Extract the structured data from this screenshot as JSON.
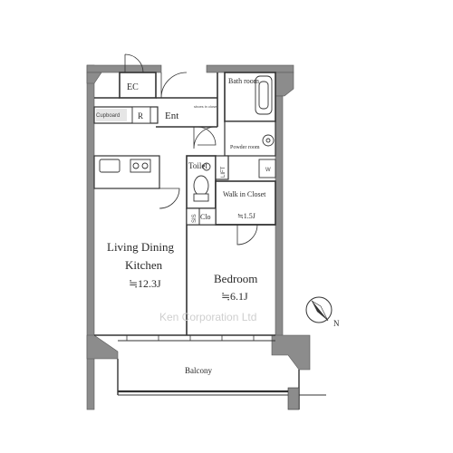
{
  "rooms": {
    "ec": "EC",
    "bath": "Bath room",
    "cupboard": "Cupboard",
    "refrigerator": "R",
    "entrance": "Ent",
    "shoes_closet": "shoes in closet",
    "powder_room": "Powder room",
    "washer": "W",
    "toilet": "Toilet",
    "lift": "LIFT",
    "walk_in_closet": "Walk in Closet",
    "walk_in_closet_size": "≒1.5J",
    "sis": "SIS",
    "clo": "Clo",
    "living_line1": "Living Dining",
    "living_line2": "Kitchen",
    "living_size": "≒12.3J",
    "bedroom": "Bedroom",
    "bedroom_size": "≒6.1J",
    "balcony": "Balcony"
  },
  "compass": {
    "north_label": "N"
  },
  "watermark": "Ken Corporation Ltd",
  "colors": {
    "wall": "#8c8c8c",
    "outline": "#333333",
    "background": "#ffffff"
  }
}
